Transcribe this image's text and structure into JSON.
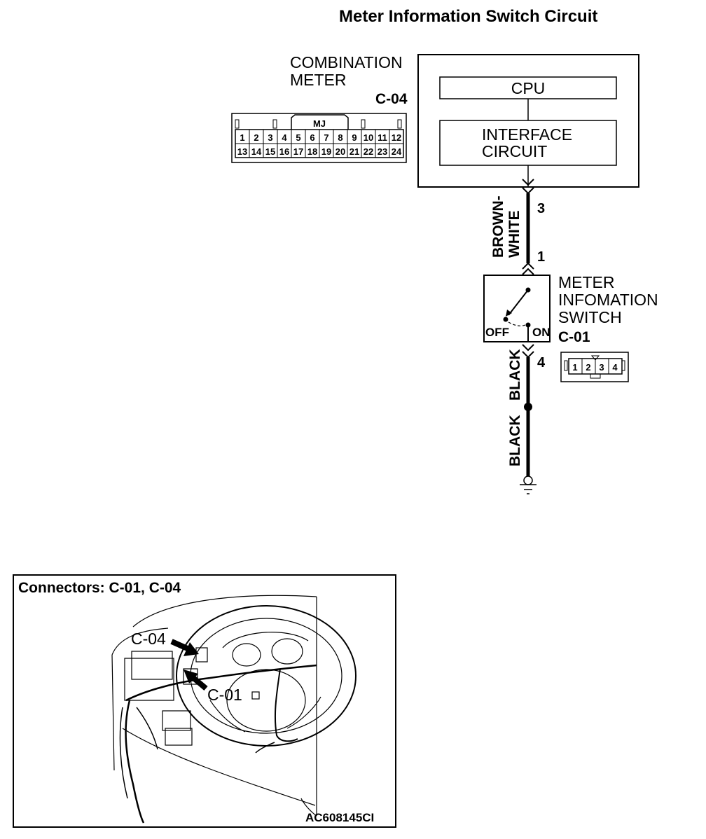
{
  "title": "Meter Information Switch Circuit",
  "combination_meter": {
    "label_line1": "COMBINATION",
    "label_line2": "METER",
    "connector_id": "C-04",
    "cpu_label": "CPU",
    "interface_line1": "INTERFACE",
    "interface_line2": "CIRCUIT",
    "connector_tag": "MJ",
    "pins_top": [
      "1",
      "2",
      "3",
      "4",
      "5",
      "6",
      "7",
      "8",
      "9",
      "10",
      "11",
      "12"
    ],
    "pins_bottom": [
      "13",
      "14",
      "15",
      "16",
      "17",
      "18",
      "19",
      "20",
      "21",
      "22",
      "23",
      "24"
    ]
  },
  "wire_upper": {
    "color_line1": "BROWN-",
    "color_line2": "WHITE",
    "pin_meter": "3",
    "pin_switch": "1"
  },
  "meter_switch": {
    "label_line1": "METER",
    "label_line2": "INFOMATION",
    "label_line3": "SWITCH",
    "connector_id": "C-01",
    "off_label": "OFF",
    "on_label": "ON",
    "pins": [
      "1",
      "2",
      "3",
      "4"
    ],
    "pin_ground": "4"
  },
  "wire_lower": {
    "color_a": "BLACK",
    "color_b": "BLACK"
  },
  "connectors_panel": {
    "title": "Connectors: C-01, C-04",
    "callout_c04": "C-04",
    "callout_c01": "C-01",
    "figure_code": "AC608145CI"
  }
}
